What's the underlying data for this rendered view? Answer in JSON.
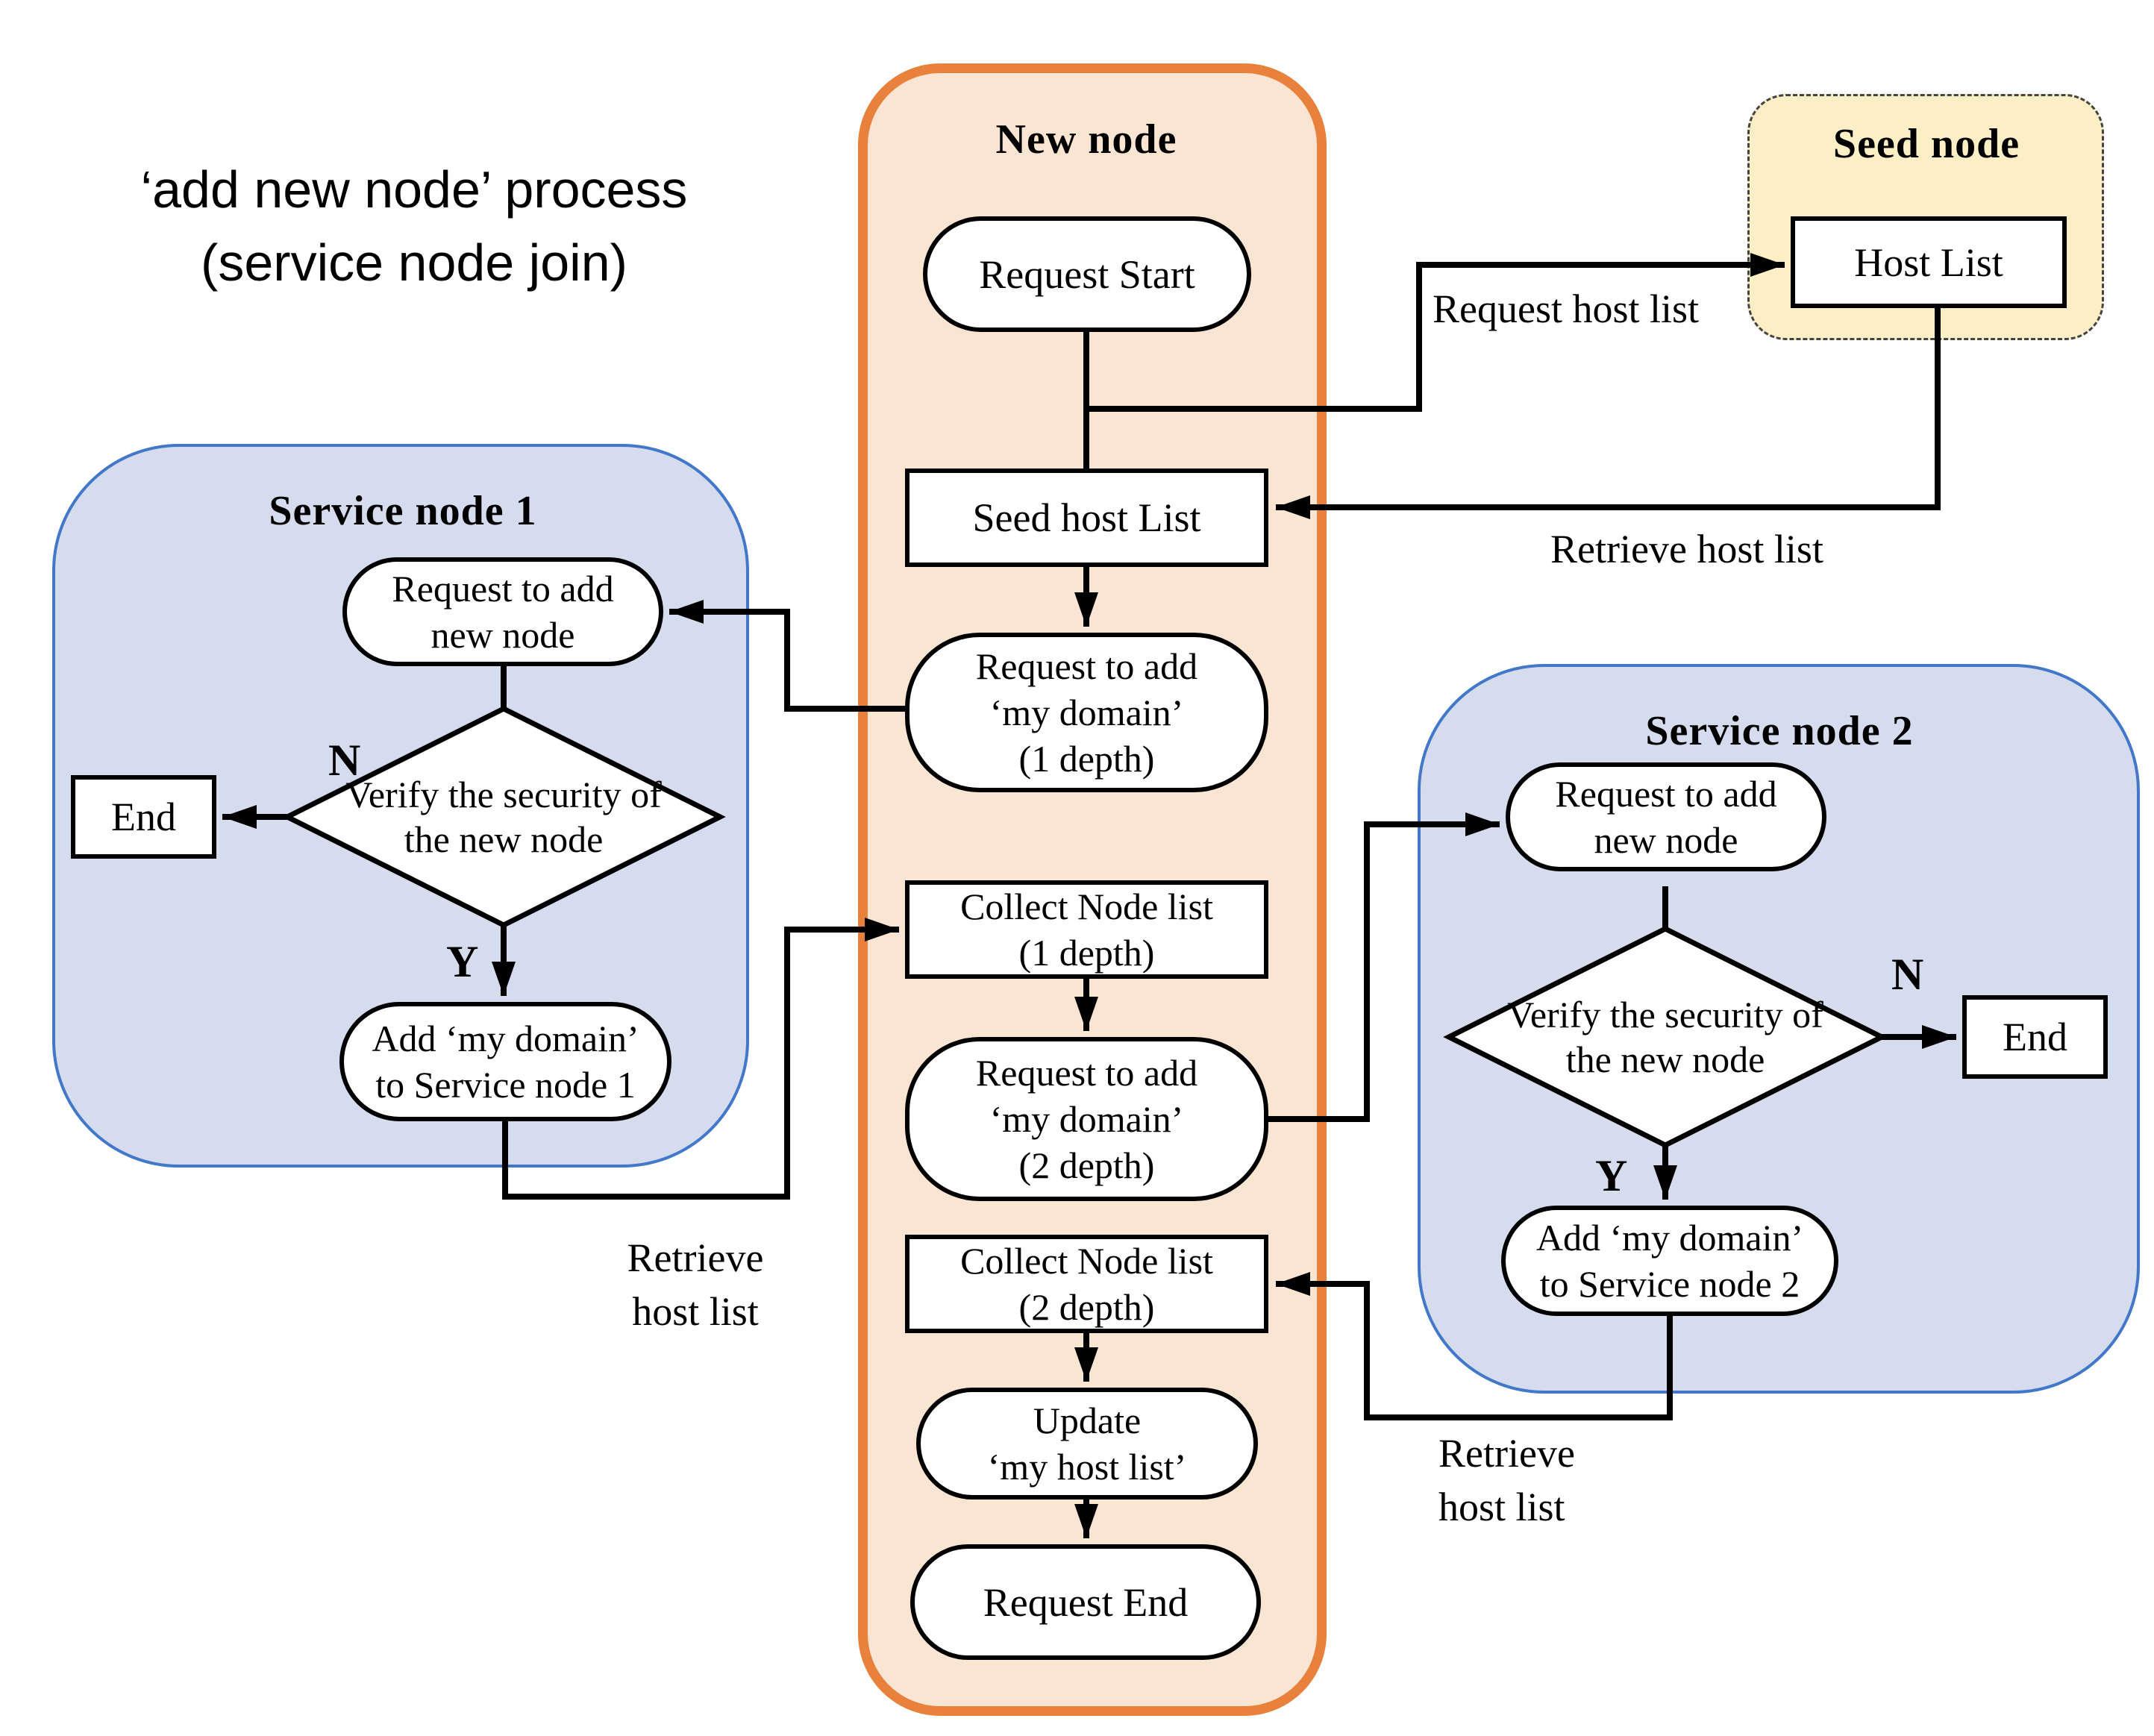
{
  "title": {
    "line1": "‘add new node’ process",
    "line2": "(service node join)"
  },
  "containers": {
    "new_node": {
      "label": "New node"
    },
    "seed_node": {
      "label": "Seed node"
    },
    "service_node_1": {
      "label": "Service node 1"
    },
    "service_node_2": {
      "label": "Service node 2"
    }
  },
  "nodes": {
    "request_start": "Request Start",
    "host_list": "Host List",
    "seed_host_list": "Seed host List",
    "request_add_1": "Request to add\n‘my domain’\n(1 depth)",
    "collect_1": "Collect Node list\n(1 depth)",
    "request_add_2": "Request to add\n‘my domain’\n(2 depth)",
    "collect_2": "Collect Node list\n(2 depth)",
    "update_host_list": "Update\n‘my host list’",
    "request_end": "Request End",
    "sn1_request": "Request to add\nnew node",
    "sn1_verify": "Verify the security of\nthe new node",
    "sn1_end": "End",
    "sn1_add": "Add ‘my domain’\nto Service node 1",
    "sn2_request": "Request to add\nnew node",
    "sn2_verify": "Verify the security of\nthe new node",
    "sn2_end": "End",
    "sn2_add": "Add ‘my domain’\nto Service node 2"
  },
  "edge_labels": {
    "request_host_list": "Request host list",
    "retrieve_host_list_top": "Retrieve host list",
    "retrieve_host_list_left": "Retrieve\nhost list",
    "retrieve_host_list_right": "Retrieve\nhost list"
  },
  "decision": {
    "yes": "Y",
    "no": "N"
  },
  "colors": {
    "new_node_fill": "#FAE4D2",
    "new_node_border": "#E8813B",
    "seed_node_fill": "#FCEFC6",
    "service_node_fill": "#D4DCEE",
    "service_node_border": "#4377C8",
    "shape_fill": "#FFFFFF",
    "line_color": "#000000"
  }
}
